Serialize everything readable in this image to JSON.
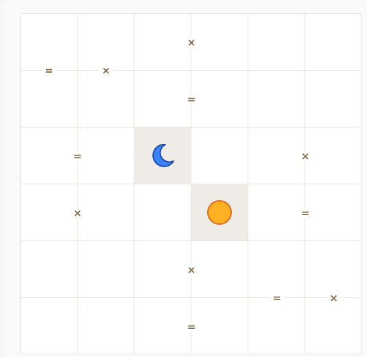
{
  "board": {
    "rows": 6,
    "cols": 6,
    "cells": [
      [
        "",
        "",
        "",
        "",
        "",
        ""
      ],
      [
        "",
        "",
        "",
        "",
        "",
        ""
      ],
      [
        "",
        "",
        "moon",
        "",
        "",
        ""
      ],
      [
        "",
        "",
        "",
        "sun",
        "",
        ""
      ],
      [
        "",
        "",
        "",
        "",
        "",
        ""
      ],
      [
        "",
        "",
        "",
        "",
        "",
        ""
      ]
    ],
    "constraints": [
      {
        "type": "equal",
        "symbol": "=",
        "row": 0,
        "col": 0,
        "dir": "below"
      },
      {
        "type": "opposite",
        "symbol": "×",
        "row": 0,
        "col": 1,
        "dir": "below"
      },
      {
        "type": "opposite",
        "symbol": "×",
        "row": 0,
        "col": 2,
        "dir": "right"
      },
      {
        "type": "equal",
        "symbol": "=",
        "row": 1,
        "col": 2,
        "dir": "right"
      },
      {
        "type": "equal",
        "symbol": "=",
        "row": 2,
        "col": 0,
        "dir": "right"
      },
      {
        "type": "opposite",
        "symbol": "×",
        "row": 2,
        "col": 4,
        "dir": "right"
      },
      {
        "type": "opposite",
        "symbol": "×",
        "row": 3,
        "col": 0,
        "dir": "right"
      },
      {
        "type": "equal",
        "symbol": "=",
        "row": 3,
        "col": 4,
        "dir": "right"
      },
      {
        "type": "opposite",
        "symbol": "×",
        "row": 4,
        "col": 2,
        "dir": "right"
      },
      {
        "type": "equal",
        "symbol": "=",
        "row": 4,
        "col": 4,
        "dir": "below"
      },
      {
        "type": "opposite",
        "symbol": "×",
        "row": 4,
        "col": 5,
        "dir": "below"
      },
      {
        "type": "equal",
        "symbol": "=",
        "row": 5,
        "col": 2,
        "dir": "right"
      }
    ]
  },
  "colors": {
    "sun_fill": "#fdb022",
    "sun_stroke": "#d96f1f",
    "moon_fill": "#3b82f6",
    "moon_stroke": "#1e4fb0"
  },
  "icons": {
    "sun": "sun-icon",
    "moon": "moon-icon"
  }
}
